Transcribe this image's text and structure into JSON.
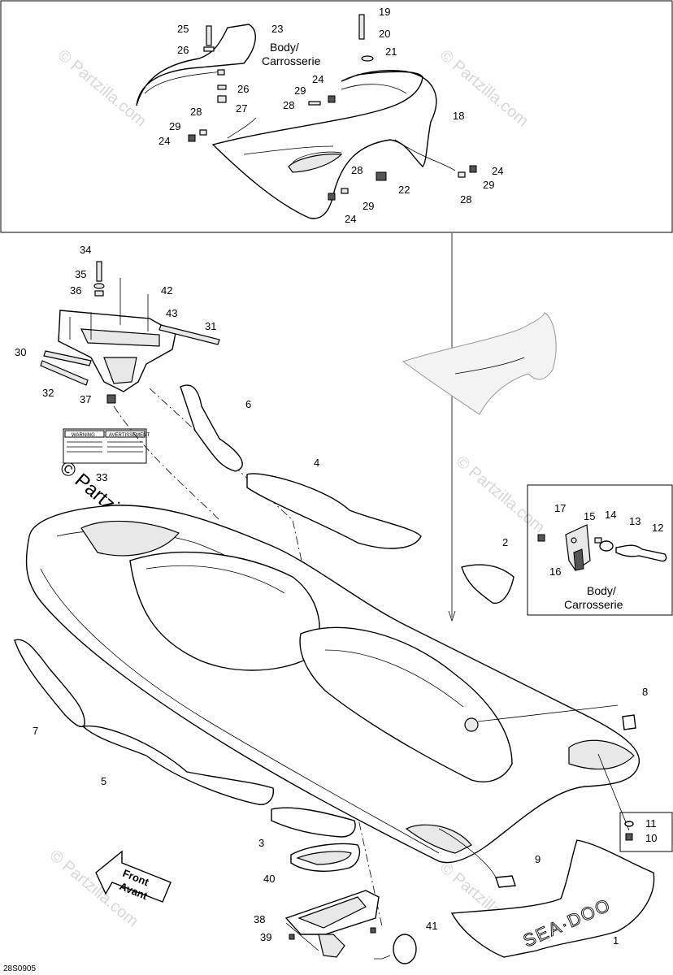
{
  "diagram": {
    "drawing_code": "28S0905",
    "body_label_line1": "Body/",
    "body_label_line2": "Carrosserie",
    "front_label_line1": "Front",
    "front_label_line2": "Avant",
    "watermark": "© Partzilla.com",
    "decal_text": "SEA·DOO",
    "warning_title": "WARNING",
    "warning_title_fr": "AVERTISSEMENT",
    "callouts": [
      "1",
      "2",
      "3",
      "4",
      "5",
      "6",
      "7",
      "8",
      "9",
      "10",
      "11",
      "12",
      "13",
      "14",
      "15",
      "16",
      "17",
      "18",
      "19",
      "20",
      "21",
      "22",
      "23",
      "24",
      "25",
      "26",
      "27",
      "28",
      "29",
      "30",
      "31",
      "32",
      "33",
      "34",
      "35",
      "36",
      "37",
      "38",
      "39",
      "40",
      "41",
      "42",
      "43"
    ]
  }
}
